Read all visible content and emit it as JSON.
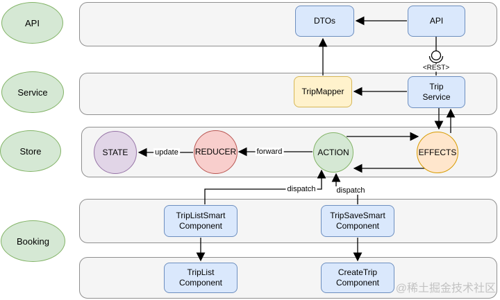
{
  "diagram": {
    "title_hint": "NgRx trip booking architecture diagram",
    "layers": [
      {
        "label": "API"
      },
      {
        "label": "Service"
      },
      {
        "label": "Store"
      },
      {
        "label": "Booking"
      }
    ],
    "nodes": {
      "dtos": {
        "label": "DTOs"
      },
      "api": {
        "label": "API"
      },
      "trip_mapper": {
        "label": "TripMapper"
      },
      "trip_service": {
        "label": "Trip\nService"
      },
      "state": {
        "label": "STATE"
      },
      "reducer": {
        "label": "REDUCER"
      },
      "action": {
        "label": "ACTION"
      },
      "effects": {
        "label": "EFFECTS"
      },
      "trip_list_smart": {
        "label": "TripListSmart\nComponent"
      },
      "trip_save_smart": {
        "label": "TripSaveSmart\nComponent"
      },
      "trip_list": {
        "label": "TripList\nComponent"
      },
      "create_trip": {
        "label": "CreateTrip\nComponent"
      }
    },
    "edge_labels": {
      "rest": "<REST>",
      "update": "update",
      "forward": "forward",
      "dispatch_left": "dispatch",
      "dispatch_right": "dispatch"
    },
    "colors": {
      "lane_fill": "#f5f5f5",
      "lane_stroke": "#8f8f8f",
      "green_fill": "#d5e8d4",
      "green_stroke": "#82b366",
      "blue_fill": "#dae8fc",
      "blue_stroke": "#6c8ebf",
      "yellow_fill": "#fff2cc",
      "yellow_stroke": "#d6b656",
      "orange_fill": "#ffe6cc",
      "orange_stroke": "#d79b00",
      "purple_fill": "#e1d5e7",
      "purple_stroke": "#9673a6",
      "red_fill": "#f8cecc",
      "red_stroke": "#b85450",
      "connector": "#000000"
    }
  },
  "watermark": {
    "text": "@稀土掘金技术社区"
  }
}
